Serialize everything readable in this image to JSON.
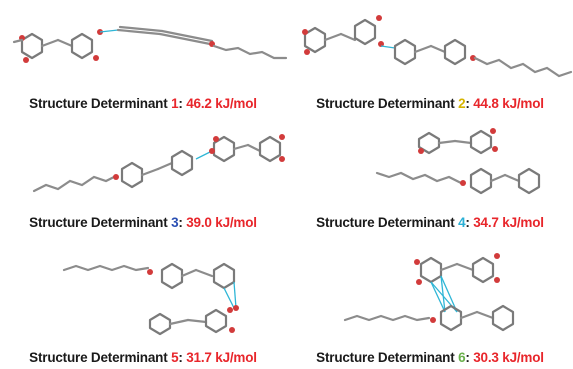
{
  "panels": [
    {
      "label": "Structure Determinant ",
      "number": "1",
      "energy": "46.2 kJ/mol",
      "number_color": "#e8262b"
    },
    {
      "label": "Structure Determinant ",
      "number": "2",
      "energy": "44.8 kJ/mol",
      "number_color": "#d6b400"
    },
    {
      "label": "Structure Determinant ",
      "number": "3",
      "energy": "39.0 kJ/mol",
      "number_color": "#2a4fb3"
    },
    {
      "label": "Structure Determinant ",
      "number": "4",
      "energy": "34.7 kJ/mol",
      "number_color": "#2ab0d6"
    },
    {
      "label": "Structure Determinant ",
      "number": "5",
      "energy": "31.7 kJ/mol",
      "number_color": "#e8262b"
    },
    {
      "label": "Structure Determinant ",
      "number": "6",
      "energy": "30.3 kJ/mol",
      "number_color": "#6ab04c"
    }
  ],
  "colors": {
    "energy": "#e8262b",
    "contact": "#2fb6d6",
    "oxygen": "#d23b3b",
    "carbon": "#8c8c8c"
  }
}
